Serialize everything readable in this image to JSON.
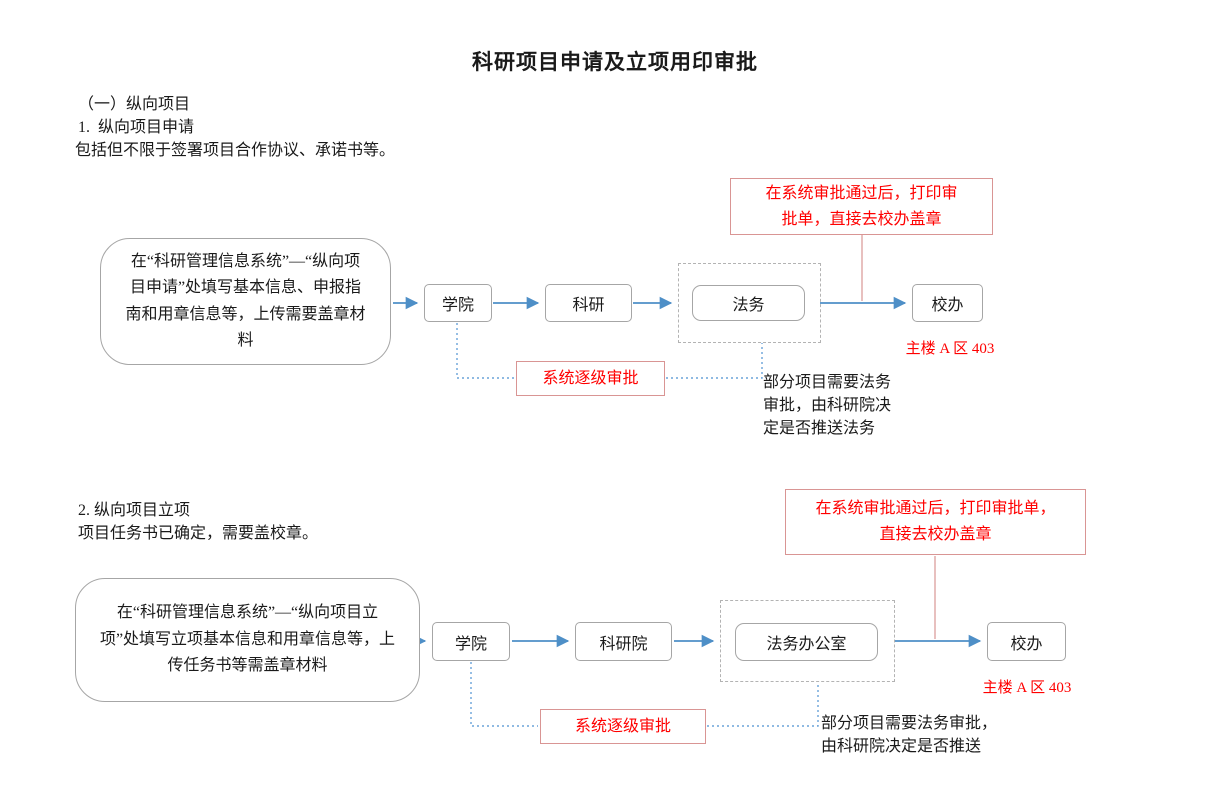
{
  "page": {
    "title": "科研项目申请及立项用印审批"
  },
  "section1": {
    "heading": "（一）纵向项目",
    "item": "1.  纵向项目申请",
    "desc": "包括但不限于签署项目合作协议、承诺书等。"
  },
  "flow1": {
    "start": "在“科研管理信息系统”—“纵向项目申请”处填写基本信息、申报指南和用章信息等，上传需要盖章材料",
    "nodes": [
      "学院",
      "科研",
      "法务",
      "校办"
    ],
    "print_note": "在系统审批通过后，打印审批单，直接去校办盖章",
    "location": "主楼 A 区 403",
    "approval_label": "系统逐级审批",
    "legal_note": "部分项目需要法务审批，由科研院决定是否推送法务"
  },
  "section2": {
    "heading": "2. 纵向项目立项",
    "desc": "项目任务书已确定，需要盖校章。"
  },
  "flow2": {
    "start": "在“科研管理信息系统”—“纵向项目立项”处填写立项基本信息和用章信息等，上传任务书等需盖章材料",
    "nodes": [
      "学院",
      "科研院",
      "法务办公室",
      "校办"
    ],
    "print_note": "在系统审批通过后，打印审批单，直接去校办盖章",
    "location": "主楼 A 区 403",
    "approval_label": "系统逐级审批",
    "legal_note": "部分项目需要法务审批，由科研院决定是否推送"
  },
  "colors": {
    "arrow_blue": "#4e8fc7",
    "dotted_blue": "#6aa3d8",
    "red": "#ff0000",
    "red_border": "#d99594",
    "box_border": "#a6a6a6"
  }
}
